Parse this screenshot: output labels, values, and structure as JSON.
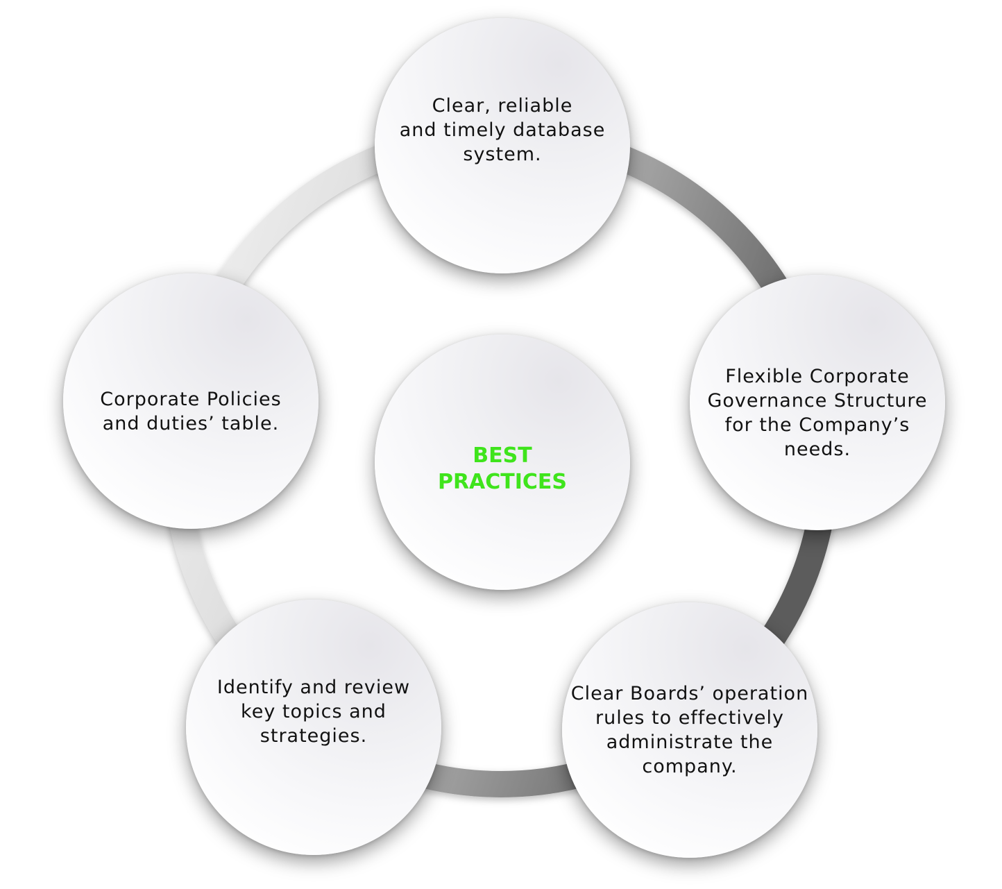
{
  "center": {
    "lines": [
      "BEST",
      "PRACTICES"
    ],
    "color": "#3fe41c"
  },
  "nodes": {
    "top": {
      "lines": [
        "Clear, reliable",
        "and timely database",
        "system."
      ]
    },
    "right": {
      "lines": [
        "Flexible Corporate",
        "Governance Structure",
        "for the Company’s",
        "needs."
      ]
    },
    "bottom_right": {
      "lines": [
        "Clear Boards’ operation",
        "rules to effectively",
        "administrate the",
        "company."
      ]
    },
    "bottom_left": {
      "lines": [
        "Identify and review",
        "key topics and",
        "strategies."
      ]
    },
    "left": {
      "lines": [
        "Corporate Policies",
        "and duties’ table."
      ]
    }
  },
  "ring": {
    "colors": {
      "light": "#f4f4f4",
      "dark": "#5c5c5c"
    }
  }
}
